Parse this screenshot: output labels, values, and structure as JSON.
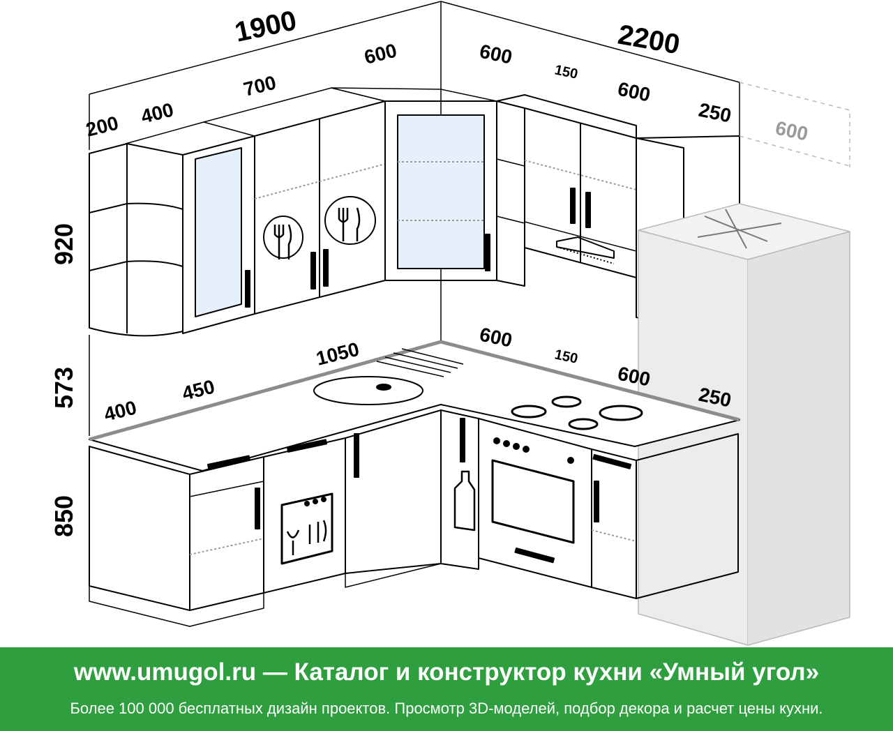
{
  "dimensions": {
    "top_left_total": "1900",
    "top_right_total": "2200",
    "upper_left_200": "200",
    "upper_left_400": "400",
    "upper_left_700": "700",
    "upper_corner_left_600": "600",
    "upper_corner_right_600": "600",
    "upper_right_150": "150",
    "upper_right_600": "600",
    "upper_right_250": "250",
    "fridge_600": "600",
    "height_upper": "920",
    "height_gap": "573",
    "height_base": "850",
    "base_left_400": "400",
    "base_left_450": "450",
    "base_left_1050": "1050",
    "base_right_600": "600",
    "base_right_150": "150",
    "base_right_600b": "600",
    "base_right_250": "250"
  },
  "footer": {
    "headline": "www.umugol.ru — Каталог и конструктор кухни «Умный угол»",
    "subline": "Более 100 000 бесплатных дизайн проектов. Просмотр 3D-моделей, подбор декора и расчет цены кухни."
  },
  "colors": {
    "footer_bg": "#2e9e3e",
    "glass": "#e6f0fb",
    "fridge": "#e9e9e9",
    "countertop_edge": "#8c8c8c"
  }
}
